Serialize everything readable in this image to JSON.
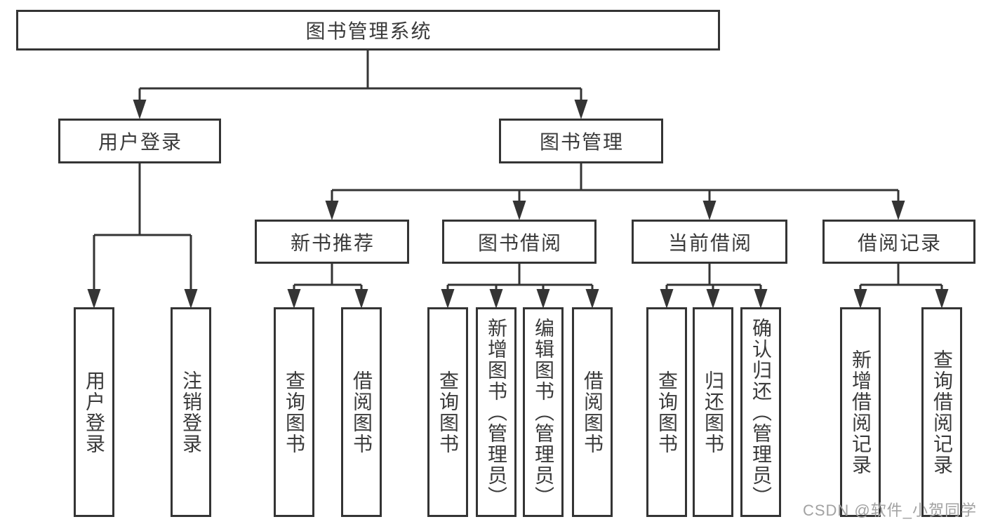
{
  "tree": {
    "label": "图书管理系统",
    "children": [
      {
        "label": "用户登录",
        "children": [
          {
            "label": "用户登录"
          },
          {
            "label": "注销登录"
          }
        ]
      },
      {
        "label": "图书管理",
        "children": [
          {
            "label": "新书推荐",
            "children": [
              {
                "label": "查询图书"
              },
              {
                "label": "借阅图书"
              }
            ]
          },
          {
            "label": "图书借阅",
            "children": [
              {
                "label": "查询图书"
              },
              {
                "label": "新增图书（管理员）"
              },
              {
                "label": "编辑图书（管理员）"
              },
              {
                "label": "借阅图书"
              }
            ]
          },
          {
            "label": "当前借阅",
            "children": [
              {
                "label": "查询图书"
              },
              {
                "label": "归还图书"
              },
              {
                "label": "确认归还（管理员）"
              }
            ]
          },
          {
            "label": "借阅记录",
            "children": [
              {
                "label": "新增借阅记录"
              },
              {
                "label": "查询借阅记录"
              }
            ]
          }
        ]
      }
    ]
  },
  "watermark": {
    "text": "CSDN @软件_小贺同学"
  },
  "colors": {
    "line": "#343434",
    "text": "#3a3a3a",
    "box_background": "#ffffff",
    "watermark": "#a2a2a2",
    "page_background": "#ffffff"
  }
}
